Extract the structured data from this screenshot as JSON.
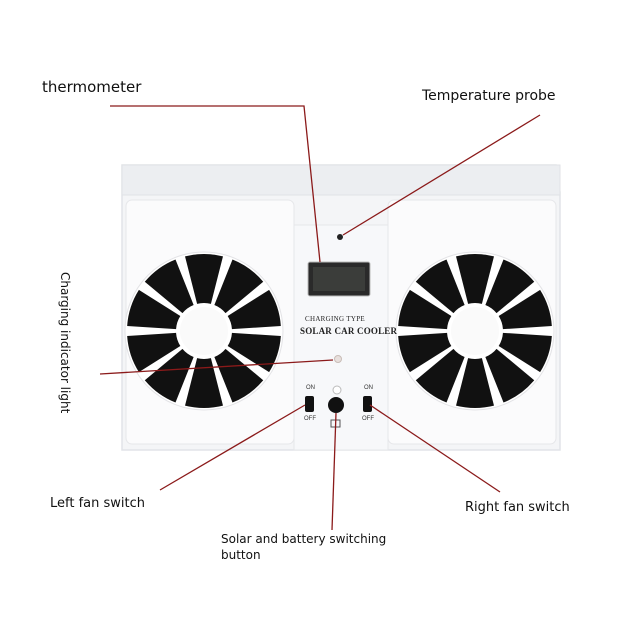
{
  "labels": {
    "thermometer": "thermometer",
    "temperature_probe": "Temperature probe",
    "charging_indicator": "Charging indicator light",
    "left_fan_switch": "Left fan switch",
    "right_fan_switch": "Right fan switch",
    "switching_button": "Solar and battery switching button"
  },
  "device": {
    "type_text": "CHARGING TYPE",
    "name_text": "SOLAR CAR COOLER",
    "switch_on": "ON",
    "switch_off": "OFF"
  },
  "colors": {
    "leader_line": "#8b1a1a",
    "fan_blade": "#111111",
    "body": "#f6f7f9"
  }
}
